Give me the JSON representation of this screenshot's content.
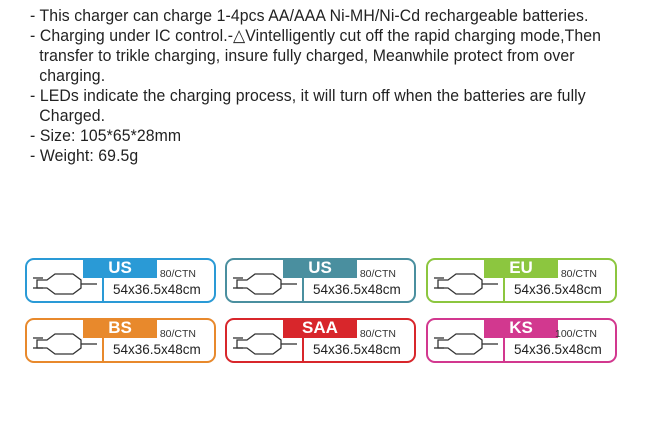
{
  "spec_lines": [
    "- This charger can charge 1-4pcs AA/AAA Ni-MH/Ni-Cd rechargeable batteries.",
    "- Charging under IC control.-△Vintelligently cut off the rapid charging mode,Then transfer to trikle charging, insure  fully  charged, Meanwhile protect from over charging.",
    "- LEDs indicate the charging process, it will turn off when the batteries are fully Charged.",
    "- Size: 105*65*28mm",
    "- Weight: 69.5g"
  ],
  "plugs": [
    {
      "label": "US",
      "ctn": "80/CTN",
      "size": "54x36.5x48cm",
      "color": "#2a9ad6",
      "icon": "us-wall-plug-icon"
    },
    {
      "label": "US",
      "ctn": "80/CTN",
      "size": "54x36.5x48cm",
      "color": "#4a8f9f",
      "icon": "us-cord-plug-icon"
    },
    {
      "label": "EU",
      "ctn": "80/CTN",
      "size": "54x36.5x48cm",
      "color": "#8cc63f",
      "icon": "eu-plug-icon"
    },
    {
      "label": "BS",
      "ctn": "80/CTN",
      "size": "54x36.5x48cm",
      "color": "#e8892c",
      "icon": "bs-plug-icon"
    },
    {
      "label": "SAA",
      "ctn": "80/CTN",
      "size": "54x36.5x48cm",
      "color": "#d8262b",
      "icon": "saa-plug-icon"
    },
    {
      "label": "KS",
      "ctn": "100/CTN",
      "size": "54x36.5x48cm",
      "color": "#d2388f",
      "icon": "ks-plug-icon"
    }
  ]
}
